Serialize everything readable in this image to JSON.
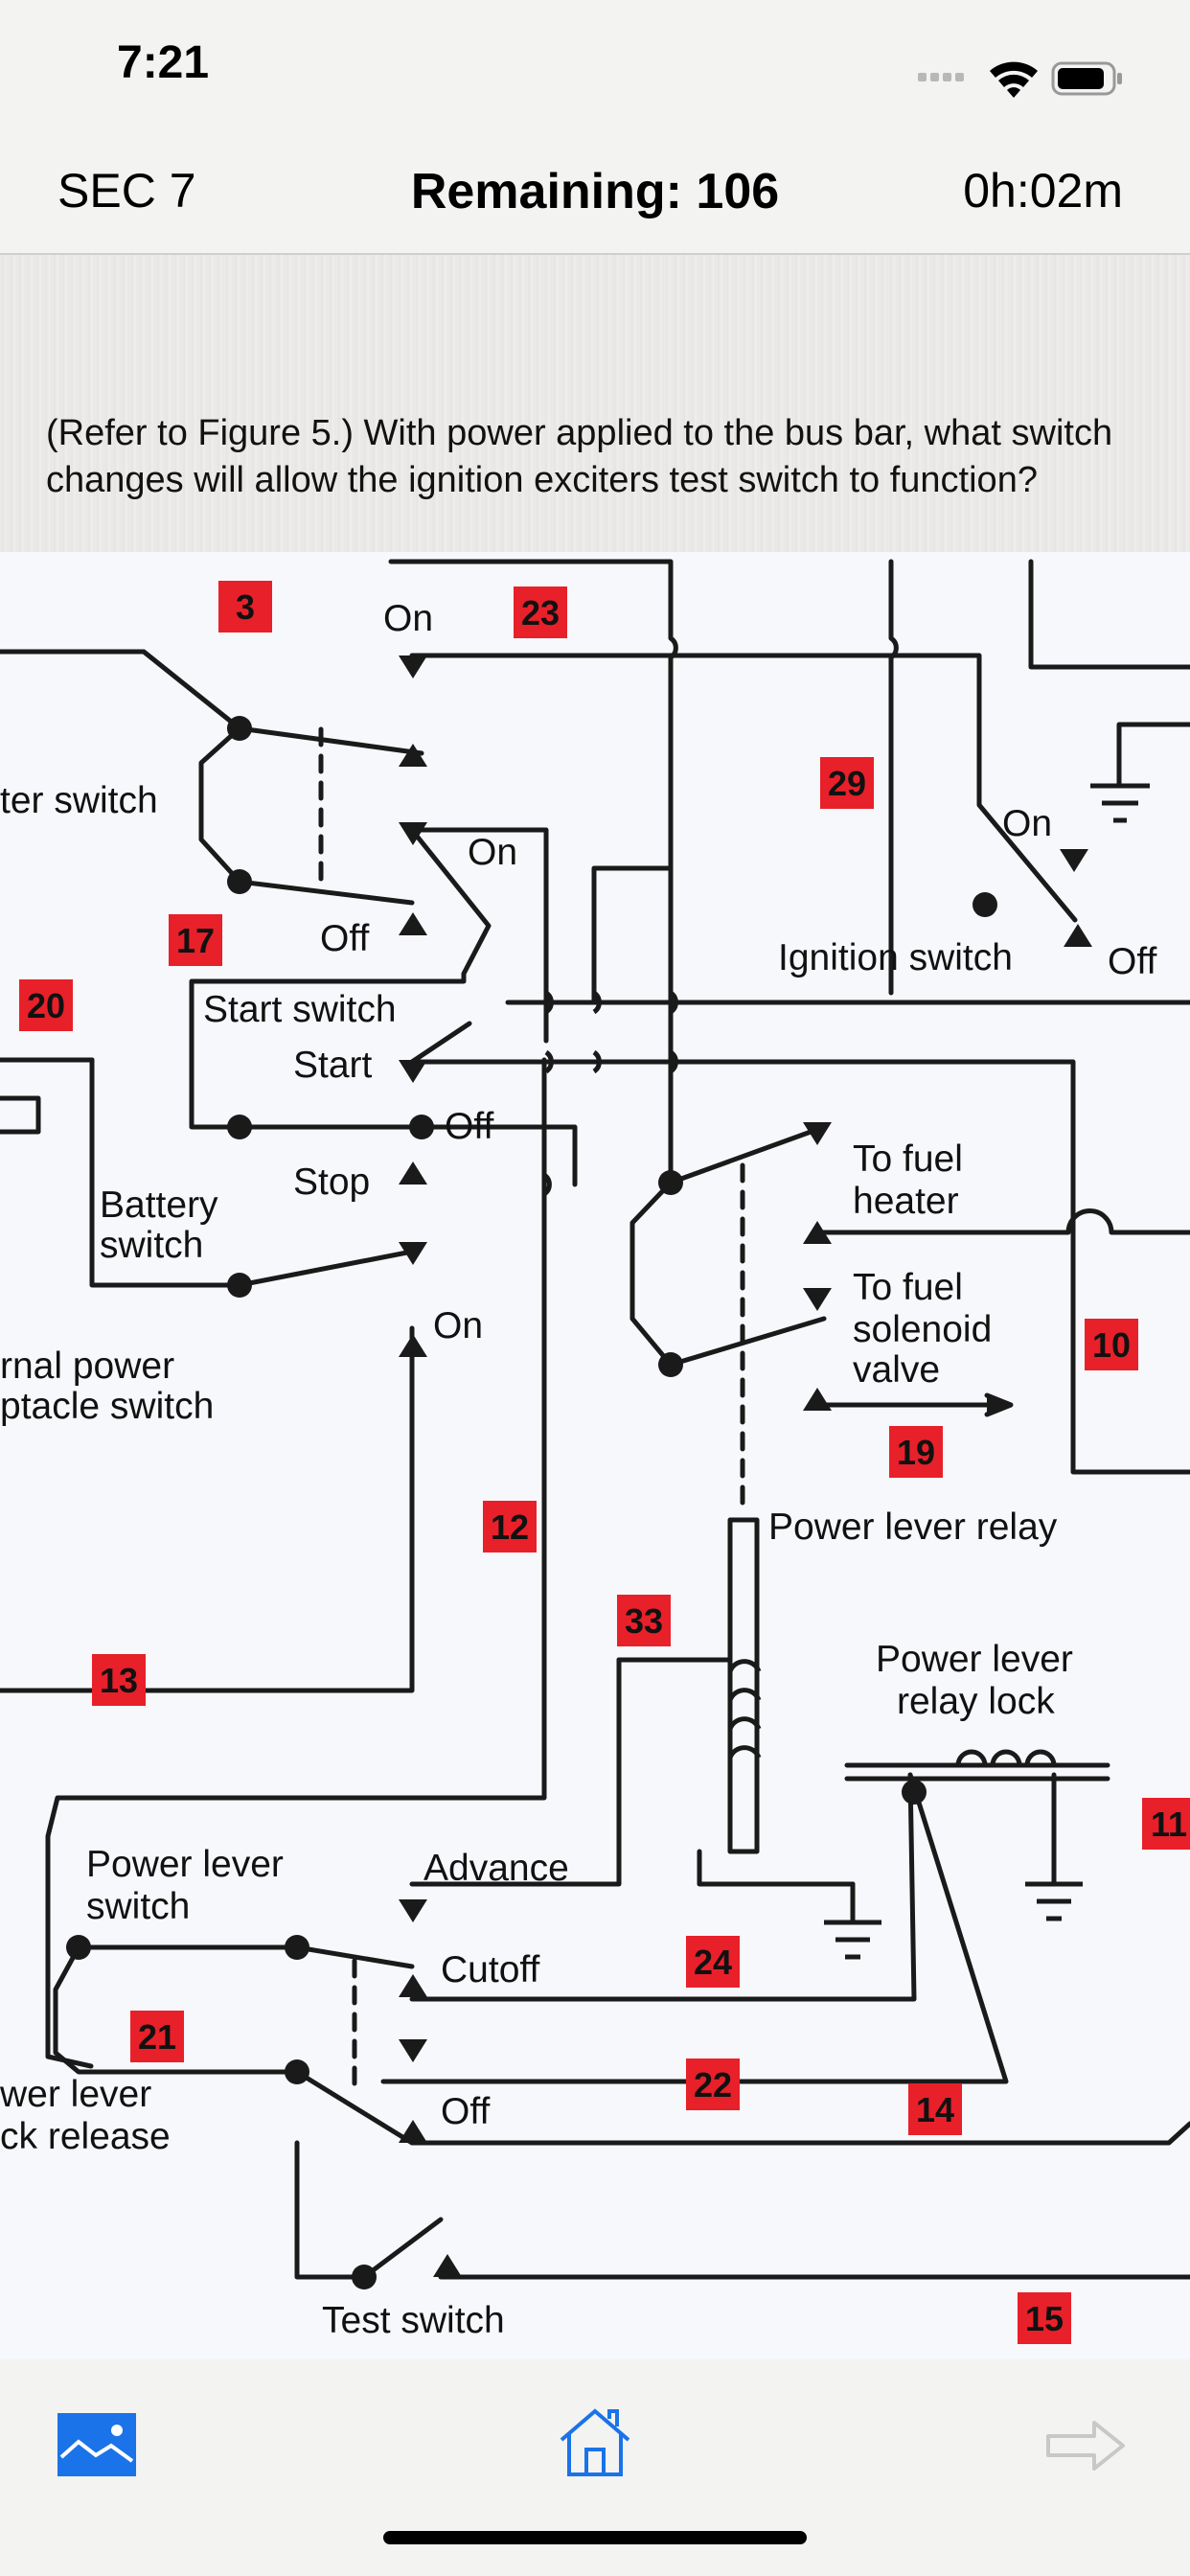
{
  "status": {
    "time": "7:21"
  },
  "header": {
    "section": "SEC 7",
    "remaining": "Remaining: 106",
    "timer": "0h:02m"
  },
  "question": {
    "text": "(Refer to Figure 5.) With power applied to the bus bar, what switch changes will allow the ignition exciters test switch to function?"
  },
  "figure": {
    "labels": {
      "on_top": "On",
      "ter_switch": "ter switch",
      "on_starter": "On",
      "off_starter": "Off",
      "start_switch": "Start switch",
      "start": "Start",
      "off_start": "Off",
      "stop": "Stop",
      "battery": "Battery",
      "switch": "switch",
      "on_ext": "On",
      "rnal_power": "rnal power",
      "ptacle_switch": "ptacle switch",
      "on_ign": "On",
      "ignition_switch": "Ignition switch",
      "off_ign": "Off",
      "to_fuel_1": "To fuel",
      "heater": "heater",
      "to_fuel_2": "To fuel",
      "solenoid": "solenoid",
      "valve": "valve",
      "power_lever_relay": "Power lever relay",
      "plr_lock_1": "Power lever",
      "plr_lock_2": "relay lock",
      "power_lever": "Power lever",
      "pl_switch": "switch",
      "advance": "Advance",
      "cutoff": "Cutoff",
      "off_pl": "Off",
      "wer_lever": "wer lever",
      "ck_release": "ck release",
      "test_switch": "Test switch"
    },
    "markers": [
      "3",
      "23",
      "29",
      "17",
      "20",
      "10",
      "19",
      "12",
      "33",
      "13",
      "11",
      "24",
      "21",
      "22",
      "14",
      "15"
    ]
  },
  "toolbar": {
    "left_icon": "image-icon",
    "center_icon": "home-icon",
    "right_icon": "arrow-right-icon"
  },
  "colors": {
    "accent": "#1a73e8",
    "marker": "#e8202a",
    "disabled": "#c8c8c8"
  }
}
